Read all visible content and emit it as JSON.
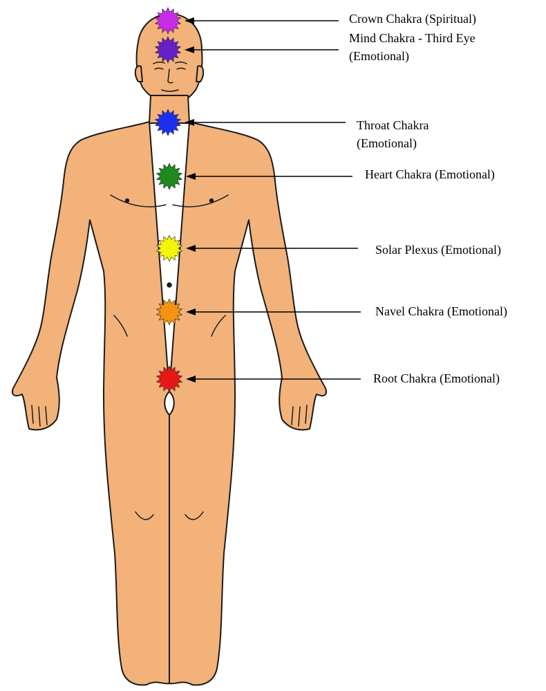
{
  "colors": {
    "skin": "#f2b27a",
    "outline": "#1a1a1a",
    "background": "#ffffff"
  },
  "chakras": [
    {
      "id": "crown",
      "color": "#c92ce6",
      "lines": [
        "Crown Chakra (Spiritual)"
      ]
    },
    {
      "id": "mind",
      "color": "#6620c8",
      "lines": [
        "Mind Chakra - Third Eye",
        "(Emotional)"
      ]
    },
    {
      "id": "throat",
      "color": "#1c2ff0",
      "lines": [
        "Throat Chakra",
        "(Emotional)"
      ]
    },
    {
      "id": "heart",
      "color": "#1e8a1e",
      "lines": [
        "Heart Chakra (Emotional)"
      ]
    },
    {
      "id": "solar",
      "color": "#f4f40c",
      "lines": [
        "Solar Plexus (Emotional)"
      ]
    },
    {
      "id": "navel",
      "color": "#f39312",
      "lines": [
        "Navel Chakra (Emotional)"
      ]
    },
    {
      "id": "root",
      "color": "#e81717",
      "lines": [
        "Root Chakra (Emotional)"
      ]
    }
  ]
}
